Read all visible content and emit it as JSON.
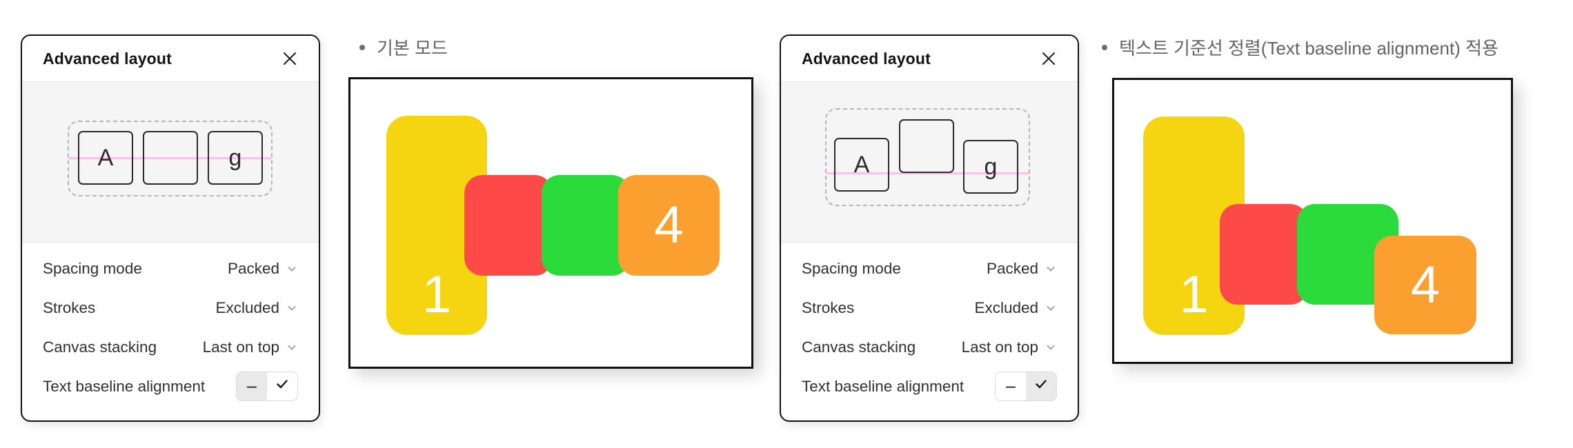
{
  "colors": {
    "yellow": "#F5D412",
    "red": "#FD4A49",
    "green": "#2BDB3C",
    "orange": "#FBA030",
    "baseline_pink": "#FBC0EB",
    "panel_section_bg": "#F5F5F5",
    "toggle_selected_bg": "#E9E9E9"
  },
  "icons": {
    "close": "close-icon",
    "chevron": "chevron-down-icon",
    "check": "check-icon",
    "bullet": "bullet-dot"
  },
  "panels": [
    {
      "title": "Advanced layout",
      "preview": {
        "square_a": "A",
        "square_mid": "",
        "square_g": "g"
      },
      "rows": [
        {
          "label": "Spacing mode",
          "value": "Packed"
        },
        {
          "label": "Strokes",
          "value": "Excluded"
        },
        {
          "label": "Canvas stacking",
          "value": "Last on top"
        },
        {
          "label": "Text baseline alignment",
          "option_off": "–",
          "selected_option": "off"
        }
      ]
    },
    {
      "title": "Advanced layout",
      "preview": {
        "square_a": "A",
        "square_mid": "",
        "square_g": "g"
      },
      "rows": [
        {
          "label": "Spacing mode",
          "value": "Packed"
        },
        {
          "label": "Strokes",
          "value": "Excluded"
        },
        {
          "label": "Canvas stacking",
          "value": "Last on top"
        },
        {
          "label": "Text baseline alignment",
          "option_off": "–",
          "selected_option": "on"
        }
      ]
    }
  ],
  "sections": [
    {
      "heading": "기본 모드",
      "canvas": {
        "shapes": [
          {
            "name": "yellow",
            "label": "1"
          },
          {
            "name": "red",
            "label": ""
          },
          {
            "name": "green",
            "label": ""
          },
          {
            "name": "orange",
            "label": "4"
          }
        ]
      }
    },
    {
      "heading": "텍스트 기준선 정렬(Text baseline alignment) 적용",
      "canvas": {
        "shapes": [
          {
            "name": "yellow",
            "label": "1"
          },
          {
            "name": "red",
            "label": ""
          },
          {
            "name": "green",
            "label": ""
          },
          {
            "name": "orange",
            "label": "4"
          }
        ]
      }
    }
  ]
}
